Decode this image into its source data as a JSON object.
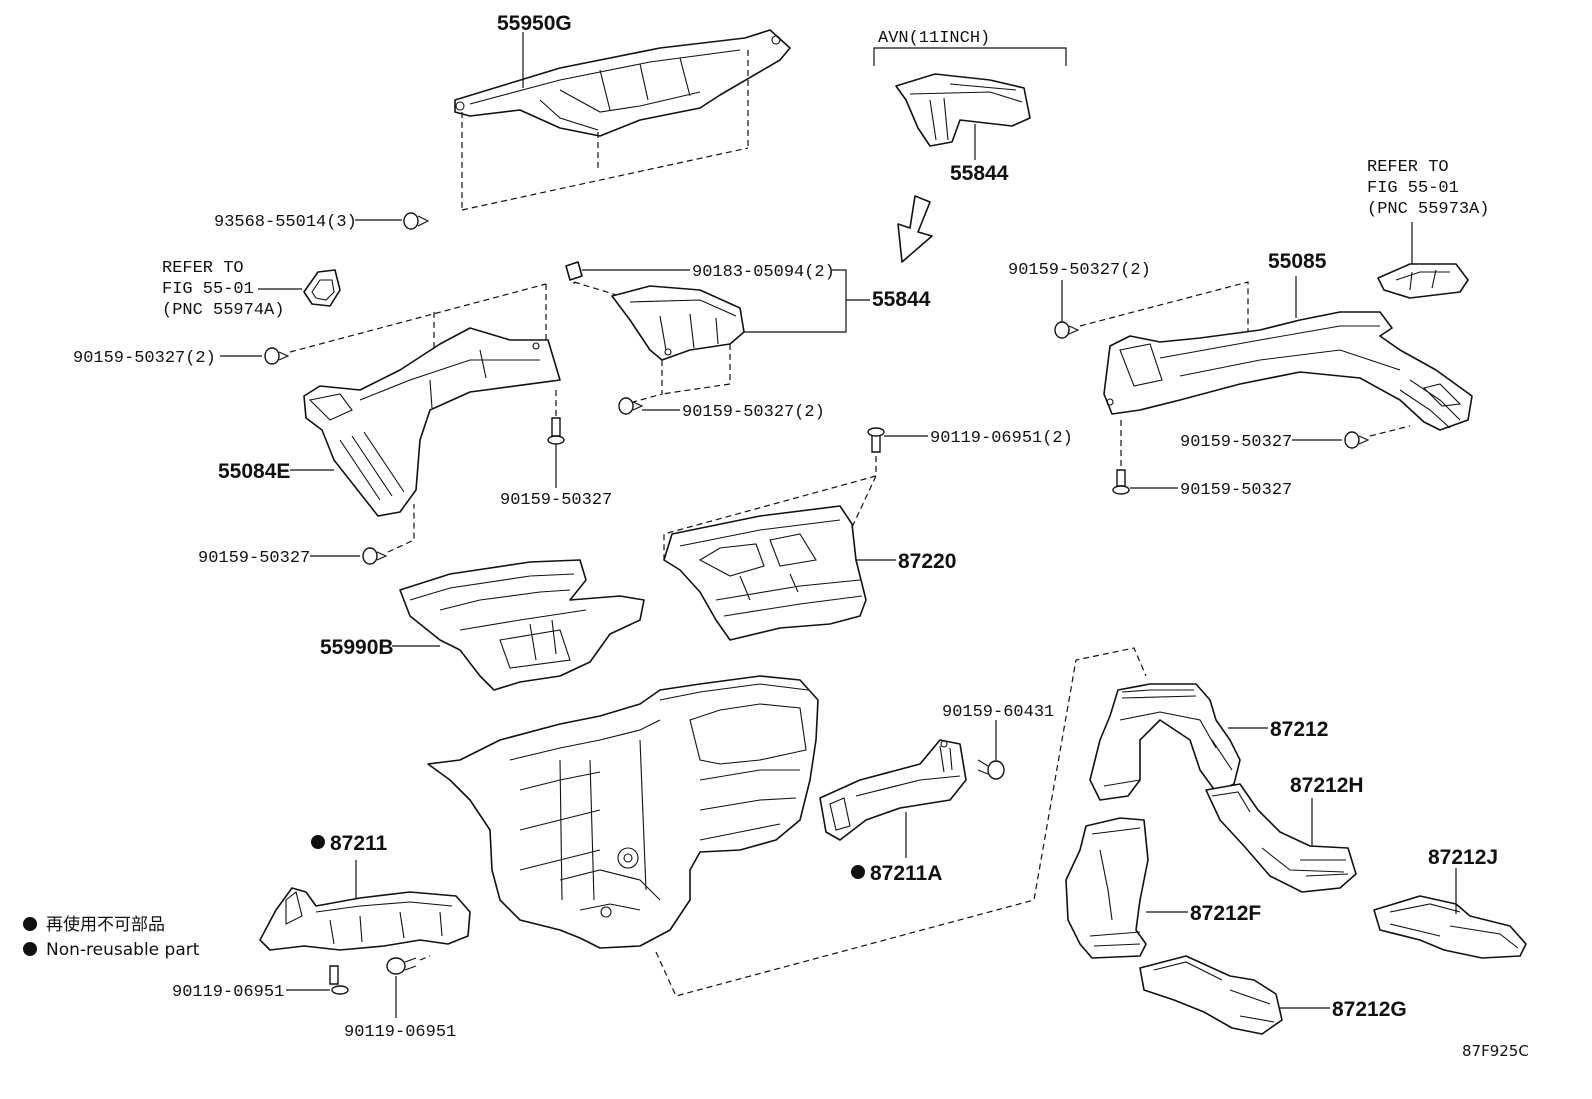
{
  "labels": {
    "p55950G": "55950G",
    "avn": "AVN(11INCH)",
    "p55844_top": "55844",
    "p55844": "55844",
    "b93568": "93568-55014(3)",
    "refer1_l1": "REFER TO",
    "refer1_l2": "FIG 55-01",
    "refer1_l3": "(PNC 55974A)",
    "refer2_l1": "REFER TO",
    "refer2_l2": "FIG 55-01",
    "refer2_l3": "(PNC 55973A)",
    "b90183": "90183-05094(2)",
    "b90159_2_left": "90159-50327(2)",
    "b90159_2_mid": "90159-50327(2)",
    "b90159_2_right": "90159-50327(2)",
    "p55084E": "55084E",
    "b90159_a": "90159-50327",
    "b90159_b": "90159-50327",
    "b90159_c": "90159-50327",
    "b90159_d": "90159-50327",
    "p55085": "55085",
    "b90119_2": "90119-06951(2)",
    "p87220": "87220",
    "p55990B": "55990B",
    "b90159_60431": "90159-60431",
    "p87212": "87212",
    "p87212H": "87212H",
    "p87211": "87211",
    "p87211A": "87211A",
    "p87212J": "87212J",
    "p87212F": "87212F",
    "p87212G": "87212G",
    "b90119_a": "90119-06951",
    "b90119_b": "90119-06951",
    "legend_jp": "再使用不可部品",
    "legend_en": "Non-reusable part",
    "figure_code": "87F925C"
  }
}
